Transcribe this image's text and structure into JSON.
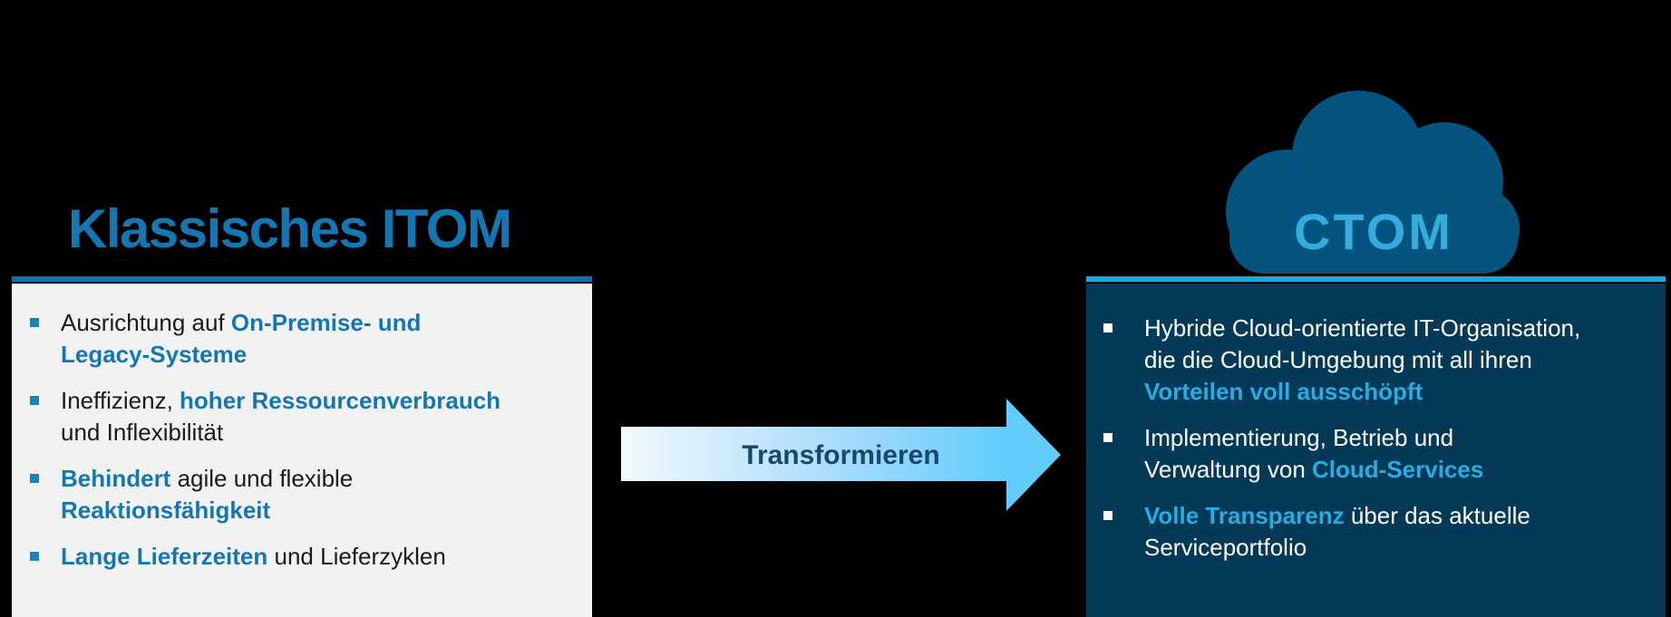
{
  "colors": {
    "heading_blue": "#1577b2",
    "divider_left": "#1272ae",
    "panel_left_bg": "#f2f2f2",
    "bullet_left": "#1e81bc",
    "highlight_left": "#1577b2",
    "navy_bg": "#043a58",
    "divider_right": "#1ba7e0",
    "highlight_right": "#2aabe2",
    "cloud_blue": "#05537f",
    "ctom_blue": "#35acdc",
    "arrow_start": "#f2faff",
    "arrow_end": "#62ccfd",
    "arrow_text": "#17486b"
  },
  "left_panel": {
    "title": "Klassisches ITOM",
    "bullets": [
      {
        "segments": [
          {
            "text": "Ausrichtung auf ",
            "highlight": false
          },
          {
            "text": "On-Premise- und\nLegacy-Systeme",
            "highlight": true
          }
        ]
      },
      {
        "segments": [
          {
            "text": "Ineffizienz, ",
            "highlight": false
          },
          {
            "text": "hoher Ressourcenverbrauch",
            "highlight": true
          },
          {
            "text": "\nund Inflexibilität",
            "highlight": false
          }
        ]
      },
      {
        "segments": [
          {
            "text": "Behindert",
            "highlight": true
          },
          {
            "text": " agile und flexible\n",
            "highlight": false
          },
          {
            "text": "Reaktionsfähigkeit",
            "highlight": true
          }
        ]
      },
      {
        "segments": [
          {
            "text": "Lange Lieferzeiten",
            "highlight": true
          },
          {
            "text": " und Lieferzyklen",
            "highlight": false
          }
        ]
      }
    ]
  },
  "arrow": {
    "label": "Transformieren"
  },
  "right_panel": {
    "cloud_label": "CTOM",
    "bullets": [
      {
        "segments": [
          {
            "text": "Hybride Cloud-orientierte IT-Organisation,\ndie die Cloud-Umgebung mit all ihren\n",
            "highlight": false
          },
          {
            "text": "Vorteilen voll ausschöpft",
            "highlight": true
          }
        ]
      },
      {
        "segments": [
          {
            "text": "Implementierung, Betrieb und\nVerwaltung von ",
            "highlight": false
          },
          {
            "text": "Cloud-Services",
            "highlight": true
          }
        ]
      },
      {
        "segments": [
          {
            "text": "Volle Transparenz",
            "highlight": true
          },
          {
            "text": " über das aktuelle\nServiceportfolio",
            "highlight": false
          }
        ]
      }
    ]
  }
}
